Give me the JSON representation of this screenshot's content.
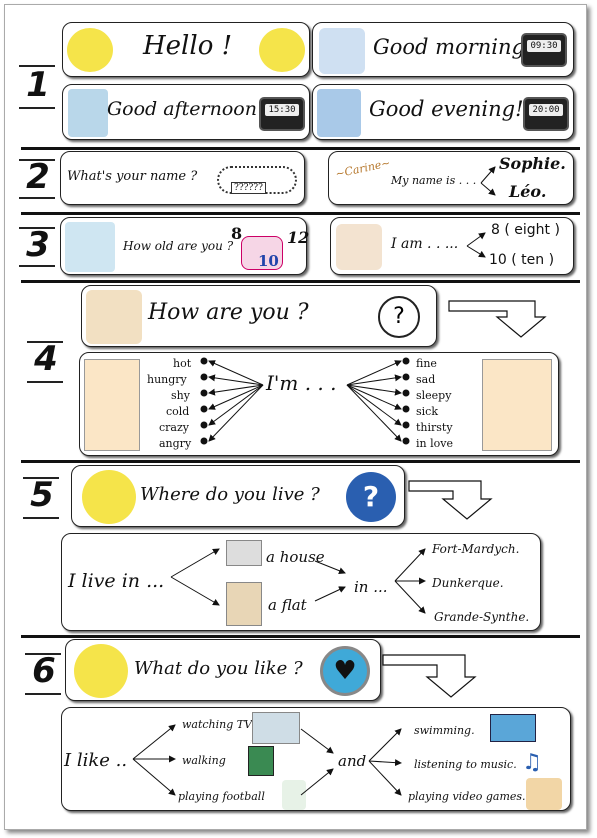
{
  "sections": {
    "s1": {
      "number": "1",
      "hello": "Hello !",
      "good_morning": "Good morning !",
      "time_morning": "09:30",
      "good_afternoon": "Good afternoon",
      "time_afternoon": "15:30",
      "good_evening": "Good evening!",
      "time_evening": "20:00"
    },
    "s2": {
      "number": "2",
      "question": "What's your name ?",
      "tag": "??????",
      "answer": "My name is . . .",
      "name1": "Sophie.",
      "name2": "Léo."
    },
    "s3": {
      "number": "3",
      "question": "How old are you ?",
      "cake_num1": "8",
      "cake_num2": "12",
      "cake_num3": "10",
      "answer": "I am . . ...",
      "age1": "8 ( eight )",
      "age2": "10 ( ten )"
    },
    "s4": {
      "number": "4",
      "question": "How are you ?",
      "im": "I'm . . .",
      "left": [
        "hot",
        "hungry",
        "shy",
        "cold",
        "crazy",
        "angry"
      ],
      "right": [
        "fine",
        "sad",
        "sleepy",
        "sick",
        "thirsty",
        "in love"
      ]
    },
    "s5": {
      "number": "5",
      "question": "Where do you live ?",
      "i_live_in": "I live in ...",
      "house": "a house",
      "flat": "a flat",
      "in": "in ...",
      "towns": [
        "Fort-Mardych.",
        "Dunkerque.",
        "Grande-Synthe."
      ]
    },
    "s6": {
      "number": "6",
      "question": "What do you like ?",
      "i_like": "I like ..",
      "activities1": [
        "watching TV",
        "walking",
        "playing football"
      ],
      "and": "and",
      "activities2": [
        "swimming.",
        "listening to music.",
        "playing video games."
      ]
    }
  },
  "colors": {
    "accent_yellow": "#f5e44a",
    "globe_blue": "#2a5fb0",
    "heart_bg": "#3fa9d8"
  }
}
